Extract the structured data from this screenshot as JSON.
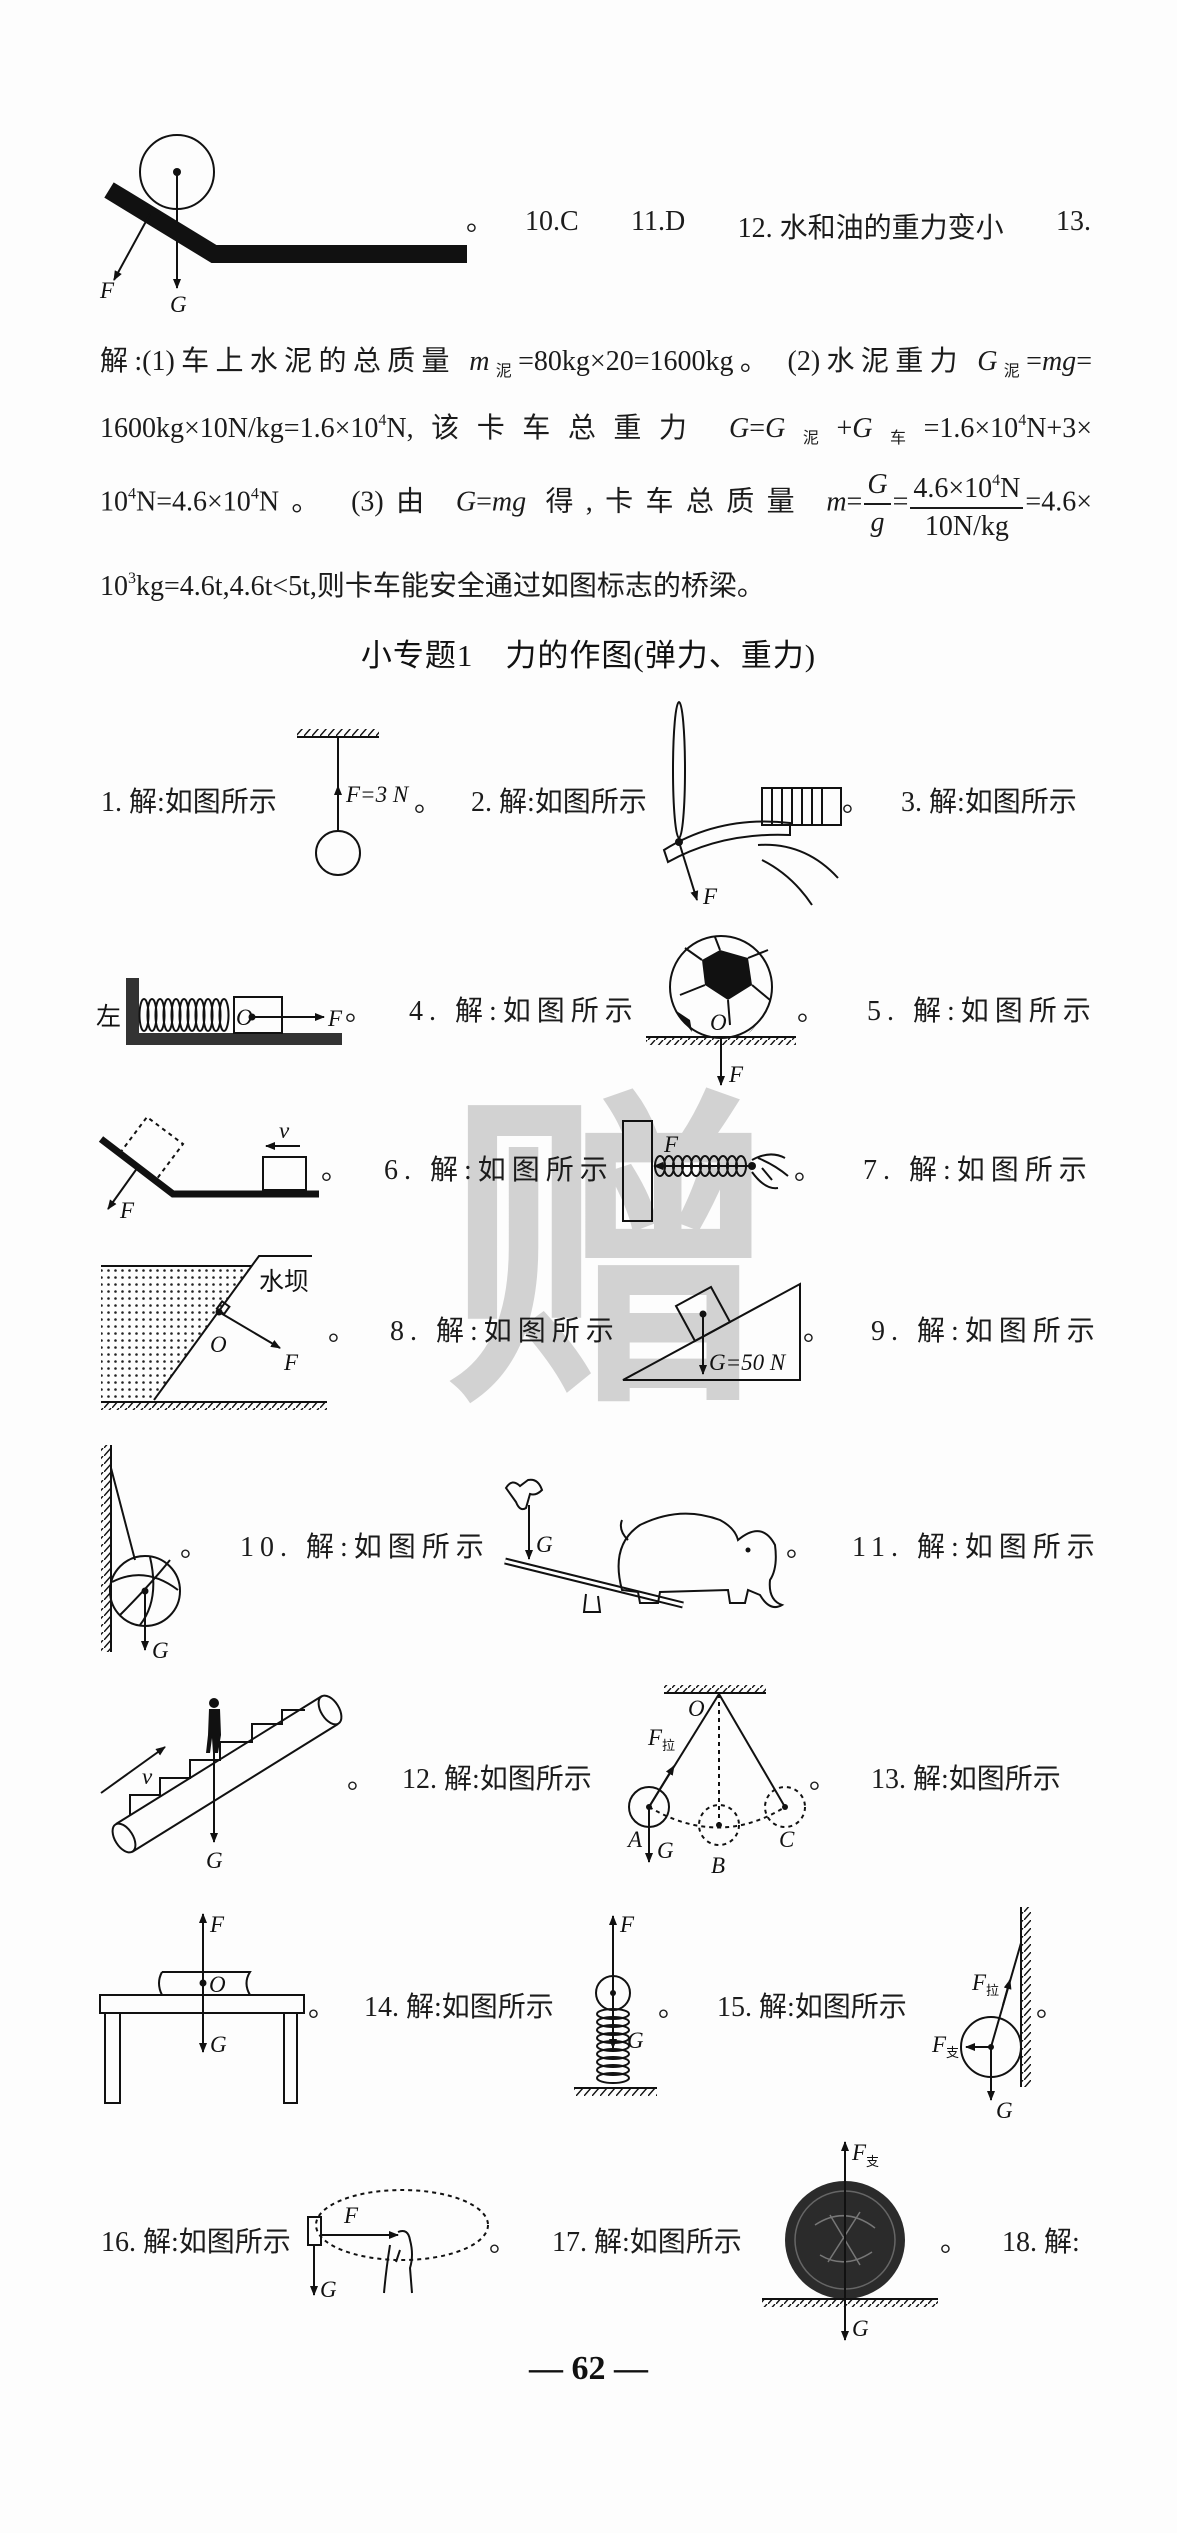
{
  "top_answers": {
    "period": "。",
    "items": [
      "10.C",
      "11.D",
      "12. 水和油的重力变小",
      "13."
    ]
  },
  "solution_13": {
    "lines": [
      [
        {
          "t": "解:(1)车上水泥的总质量 "
        },
        {
          "t": "m",
          "i": 1
        },
        {
          "sub": "泥"
        },
        {
          "t": "=80kg×20=1600kg。 (2)水泥重力 "
        },
        {
          "t": "G",
          "i": 1
        },
        {
          "sub": "泥"
        },
        {
          "t": "="
        },
        {
          "t": "mg",
          "i": 1
        },
        {
          "t": "="
        }
      ],
      [
        {
          "t": "1600kg×10N/kg=1.6×10"
        },
        {
          "sup": "4"
        },
        {
          "t": "N,该卡车总重力 "
        },
        {
          "t": "G",
          "i": 1
        },
        {
          "t": "="
        },
        {
          "t": "G",
          "i": 1
        },
        {
          "sub": "泥"
        },
        {
          "t": "+"
        },
        {
          "t": "G",
          "i": 1
        },
        {
          "sub": "车"
        },
        {
          "t": "=1.6×10"
        },
        {
          "sup": "4"
        },
        {
          "t": "N+3×"
        }
      ],
      [
        {
          "t": "10"
        },
        {
          "sup": "4"
        },
        {
          "t": "N=4.6×10"
        },
        {
          "sup": "4"
        },
        {
          "t": "N。 (3)由 "
        },
        {
          "t": "G",
          "i": 1
        },
        {
          "t": "="
        },
        {
          "t": "mg",
          "i": 1
        },
        {
          "t": " 得,卡车总质量 "
        },
        {
          "t": "m",
          "i": 1
        },
        {
          "t": "="
        },
        {
          "frac": [
            [
              {
                "t": "G",
                "i": 1
              }
            ],
            [
              {
                "t": "g",
                "i": 1
              }
            ]
          ]
        },
        {
          "t": "="
        },
        {
          "frac": [
            [
              {
                "t": "4.6×10"
              },
              {
                "sup": "4"
              },
              {
                "t": "N"
              }
            ],
            [
              {
                "t": "10N/kg"
              }
            ]
          ]
        },
        {
          "t": "=4.6×"
        }
      ],
      [
        {
          "t": "10"
        },
        {
          "sup": "3"
        },
        {
          "t": "kg=4.6t,4.6t<5t,则卡车能安全通过如图标志的桥梁。"
        }
      ]
    ]
  },
  "section_heading": "小专题1　力的作图(弹力、重力)",
  "answers": [
    "1. 解:如图所示",
    "2. 解:如图所示",
    "3. 解:如图所示",
    "4. 解:如图所示",
    "5. 解:如图所示",
    "6. 解:如图所示",
    "7. 解:如图所示",
    "8. 解:如图所示",
    "9. 解:如图所示",
    "10. 解:如图所示",
    "11. 解:如图所示",
    "12. 解:如图所示",
    "13. 解:如图所示",
    "14. 解:如图所示",
    "15. 解:如图所示",
    "16. 解:如图所示",
    "17. 解:如图所示",
    "18. 解:"
  ],
  "period": "。",
  "labels": {
    "F": "F",
    "G": "G",
    "O": "O",
    "v": "v",
    "A": "A",
    "B": "B",
    "C": "C",
    "F_3N": "F=3 N",
    "G_50N": "G=50 N",
    "left": "左",
    "dam": "水坝",
    "sub_pull": "拉",
    "sub_support": "支"
  },
  "watermark": "赠",
  "page_number": "— 62 —"
}
